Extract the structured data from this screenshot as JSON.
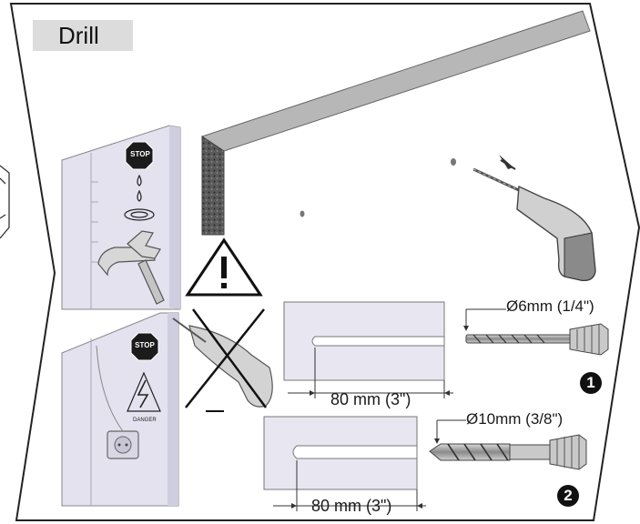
{
  "title": "Drill",
  "hole_1": {
    "number": "1",
    "diameter_label": "Ø6mm (1/4\")",
    "depth_label": "80  mm (3\")"
  },
  "hole_2": {
    "number": "2",
    "diameter_label": "Ø10mm (3/8\")",
    "depth_label": "80  mm (3\")"
  },
  "warning_signs": {
    "stop_label": "STOP",
    "danger_label": "DANGER"
  },
  "icons": [
    "stop-sign-icon",
    "water-drop-icon",
    "warning-triangle-icon",
    "electric-hazard-icon",
    "crossed-out-icon",
    "drill-icon",
    "drill-bit-icon"
  ],
  "colors": {
    "panel_lavender": "#e4e2ef",
    "wall_gray": "#c9c9c9",
    "ink": "#111111"
  }
}
